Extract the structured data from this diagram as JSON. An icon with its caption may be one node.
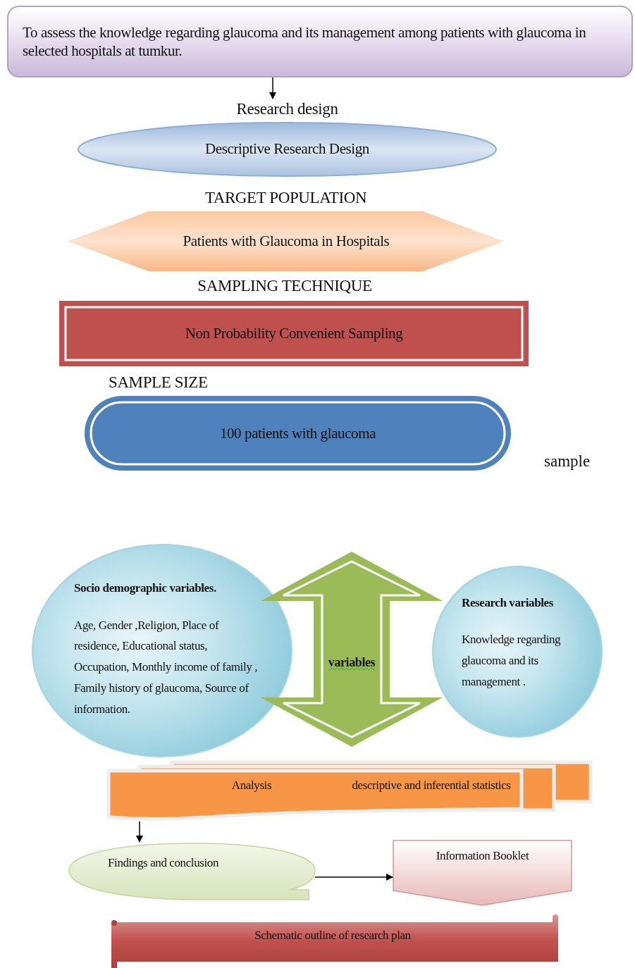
{
  "diagram": {
    "nodes": [
      {
        "text": [
          "To assess the knowledge regarding glaucoma and its management among patients with glaucoma in selected hospitals at tumkur."
        ]
      },
      {
        "text": [
          "Research  design",
          "Descriptive Research Design"
        ]
      },
      {
        "text": [
          "TARGET  POPULATION",
          "Patients with Glaucoma in Hospitals"
        ]
      },
      {
        "text": [
          "SAMPLING  TECHNIQUE",
          "Non Probability Convenient Sampling"
        ]
      },
      {
        "text": [
          "SAMPLE  SIZE",
          "100  patients with  glaucoma"
        ]
      },
      {
        "text": [
          "Socio demographic variables.",
          "Age, Gender ,Religion,  Place of residence, Educational status, Occupation, Monthly income of family , Family history of glaucoma, Source of information."
        ]
      },
      {
        "text": [
          "variables"
        ]
      },
      {
        "text": [
          "Research variables",
          "Knowledge regarding glaucoma and its management ."
        ]
      },
      {
        "text": [
          "Analysis",
          "descriptive and inferential statistics"
        ]
      },
      {
        "text": [
          "Findings and conclusion"
        ]
      },
      {
        "text": [
          "Information Booklet"
        ]
      },
      {
        "text": [
          "Schematic outline of research plan"
        ]
      }
    ],
    "edges": [
      {
        "from": 0,
        "to": 1,
        "arrow": "to"
      },
      {
        "from": 8,
        "to": 9,
        "arrow": "to"
      },
      {
        "from": 9,
        "to": 10,
        "arrow": "to"
      }
    ],
    "labels": [
      "sample"
    ]
  }
}
